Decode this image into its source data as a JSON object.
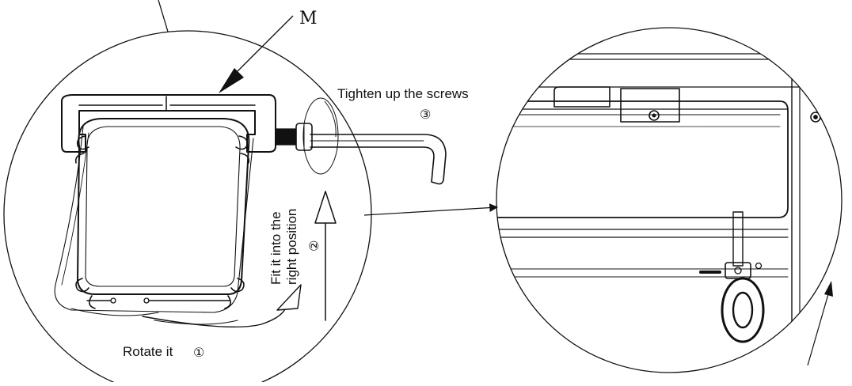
{
  "labels": {
    "part_m": "M",
    "tighten": "Tighten up the screws",
    "step3": "③",
    "fit_line1": "Fit it into the",
    "fit_line2": "right position",
    "step2": "②",
    "rotate": "Rotate it",
    "step1": "①"
  },
  "colors": {
    "line": "#111111",
    "background": "#ffffff"
  }
}
